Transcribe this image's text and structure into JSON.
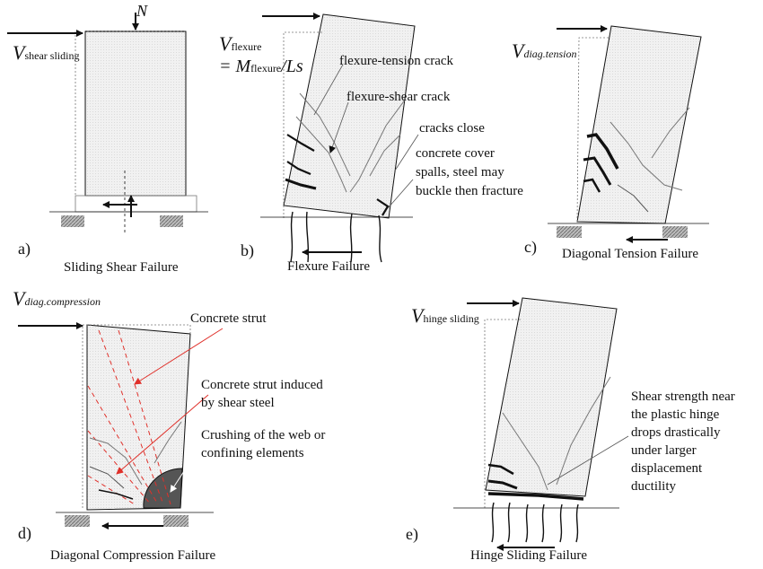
{
  "panels": {
    "a": {
      "letter": "a)",
      "caption": "Sliding Shear Failure",
      "force_symbol": "V",
      "force_subscript": "shear sliding",
      "axial_symbol": "N"
    },
    "b": {
      "letter": "b)",
      "caption": "Flexure Failure",
      "force_symbol": "V",
      "force_subscript": "flexure",
      "equation_prefix": "= M",
      "equation_subscript": "flexure",
      "equation_suffix": "/Ls",
      "notes": {
        "tension": "flexure-tension crack",
        "shear": "flexure-shear crack",
        "close": "cracks close",
        "spall_1": "concrete cover",
        "spall_2": "spalls, steel may",
        "spall_3": "buckle then fracture"
      }
    },
    "c": {
      "letter": "c)",
      "caption": "Diagonal Tension Failure",
      "force_symbol": "V",
      "force_subscript": "diag.tension"
    },
    "d": {
      "letter": "d)",
      "caption": "Diagonal Compression Failure",
      "force_symbol": "V",
      "force_subscript": "diag.compression",
      "notes": {
        "strut": "Concrete strut",
        "strut_shear_1": "Concrete strut induced",
        "strut_shear_2": "by shear steel",
        "crush_1": "Crushing of the web or",
        "crush_2": "confining elements"
      }
    },
    "e": {
      "letter": "e)",
      "caption": "Hinge Sliding Failure",
      "force_symbol": "V",
      "force_subscript": "hinge sliding",
      "notes": {
        "l1": "Shear strength near",
        "l2": "the plastic hinge",
        "l3": "drops drastically",
        "l4": "under larger",
        "l5": "displacement",
        "l6": "ductility"
      }
    }
  },
  "colors": {
    "ink": "#111111",
    "wall_fill": "#ededed",
    "crack": "#777777",
    "strut": "#e0302a",
    "crush_zone": "#555555",
    "support": "#9a9a9a"
  }
}
